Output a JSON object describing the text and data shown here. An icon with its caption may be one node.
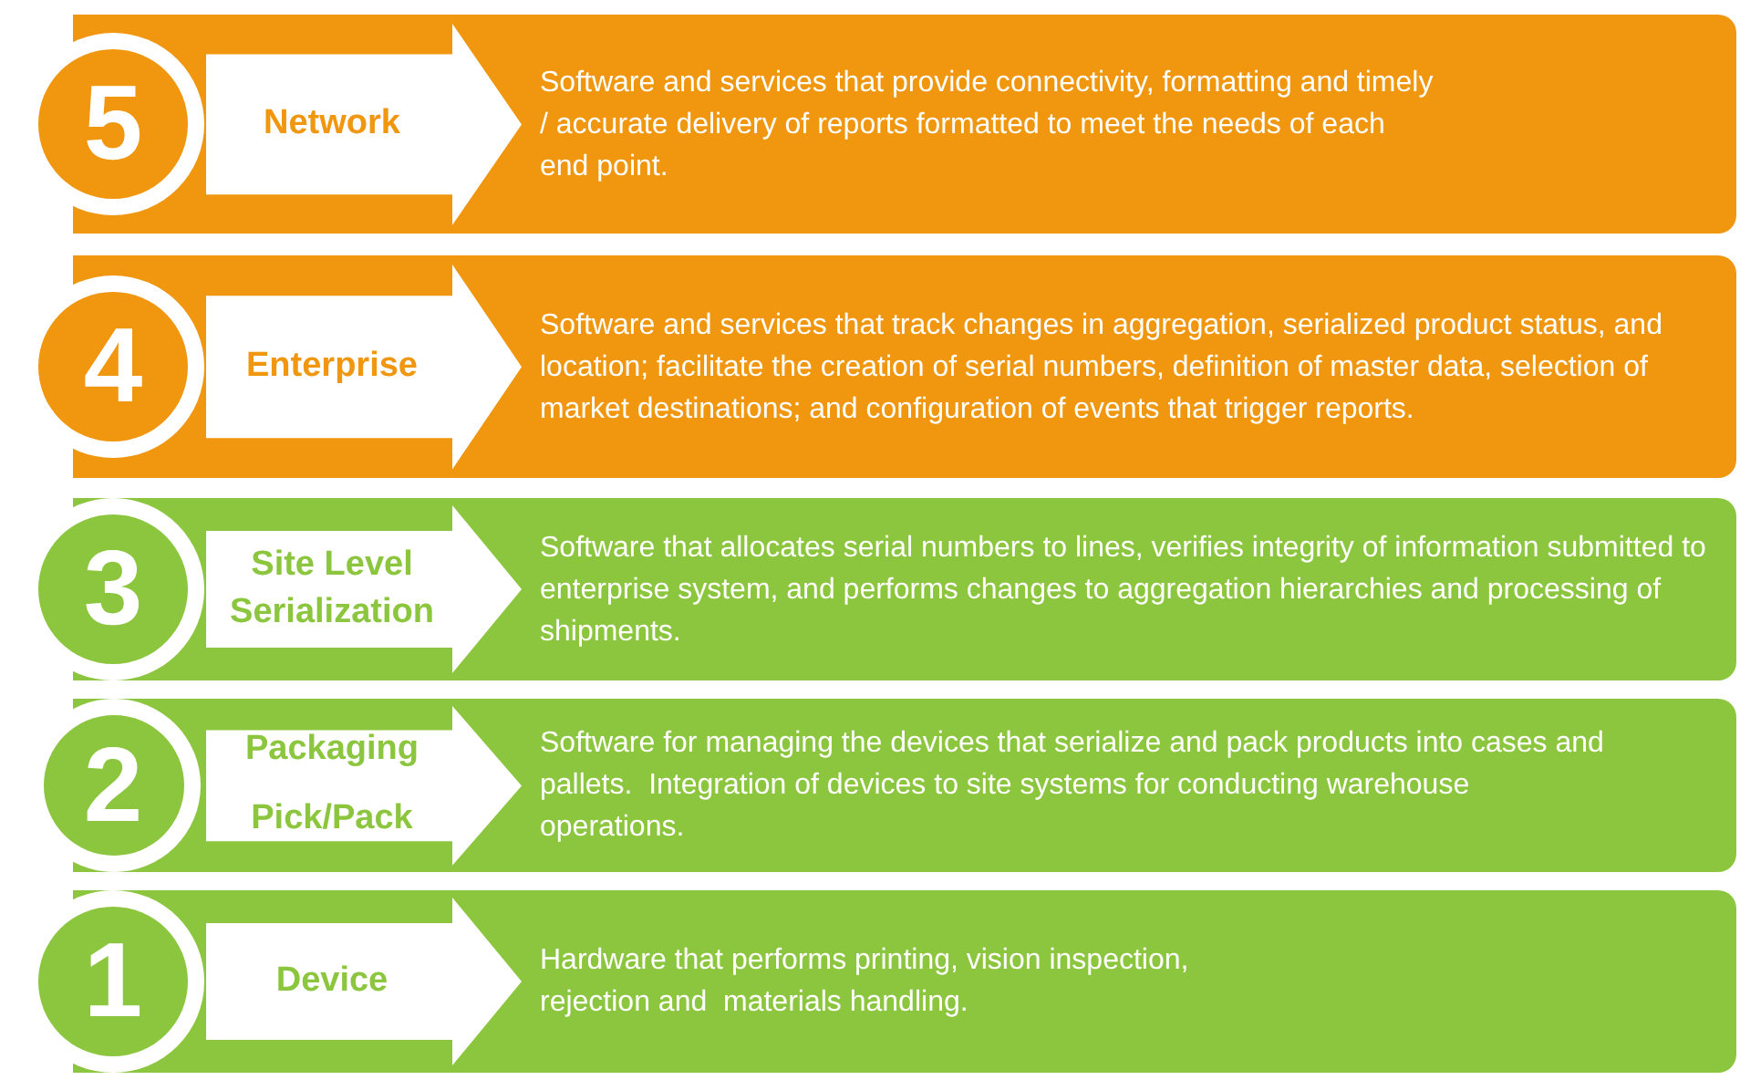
{
  "diagram": {
    "nodes": [
      {
        "text": [
          "Software and services that provide connectivity, formatting and timely / accurate delivery of reports formatted to meet the needs of each end point."
        ]
      },
      {
        "text": [
          "5"
        ],
        "in": 0
      },
      {
        "text": [
          "Network"
        ],
        "in": 0
      },
      {
        "text": [
          "Software and services that track changes in aggregation, serialized product status, and location; facilitate the creation of serial numbers, definition of master data, selection of market destinations; and configuration of events that trigger reports."
        ]
      },
      {
        "text": [
          "4"
        ],
        "in": 3
      },
      {
        "text": [
          "Enterprise"
        ],
        "in": 3
      },
      {
        "text": [
          "Software that allocates serial numbers to lines, verifies integrity of information submitted to enterprise system, and performs changes to aggregation hierarchies and processing of shipments."
        ]
      },
      {
        "text": [
          "3"
        ],
        "in": 6
      },
      {
        "text": [
          "Site Level Serialization"
        ],
        "in": 6
      },
      {
        "text": [
          "Software for managing the devices that serialize and pack products into cases and pallets.  Integration of devices to site systems for conducting warehouse operations."
        ]
      },
      {
        "text": [
          "2"
        ],
        "in": 9
      },
      {
        "text": [
          "Packaging Pick/Pack"
        ],
        "in": 9
      },
      {
        "text": [
          "Hardware that performs printing, vision inspection, rejection and  materials handling."
        ]
      },
      {
        "text": [
          "1"
        ],
        "in": 12
      },
      {
        "text": [
          "Device"
        ],
        "in": 12
      }
    ],
    "edges": []
  }
}
